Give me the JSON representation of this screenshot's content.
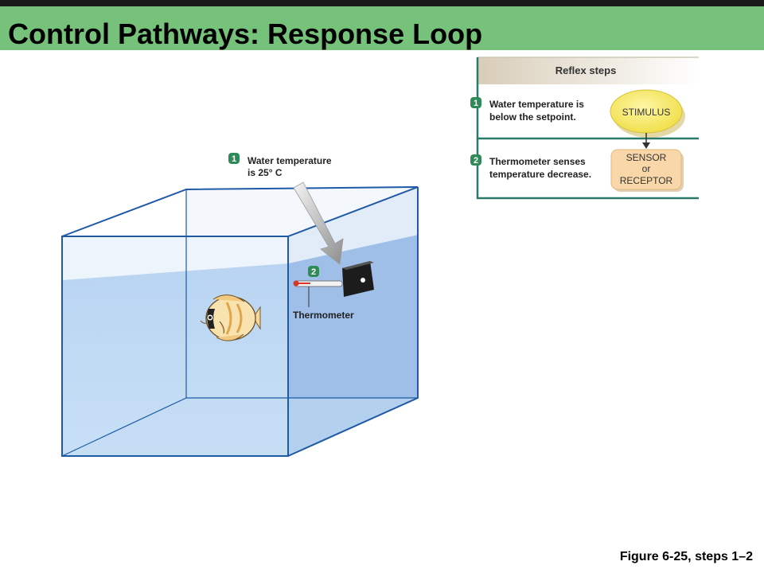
{
  "header": {
    "title": "Control Pathways: Response Loop"
  },
  "tank": {
    "step1_number": "1",
    "step1_line1": "Water temperature",
    "step1_line2": "is 25° C",
    "step2_number": "2",
    "thermometer_label": "Thermometer"
  },
  "reflex_panel": {
    "heading": "Reflex steps",
    "steps": [
      {
        "number": "1",
        "line1": "Water temperature is",
        "line2": "below the setpoint.",
        "node_label": "STIMULUS"
      },
      {
        "number": "2",
        "line1": "Thermometer senses",
        "line2": "temperature decrease.",
        "node_lines": [
          "SENSOR",
          "or",
          "RECEPTOR"
        ]
      }
    ]
  },
  "caption": "Figure 6-25, steps 1–2",
  "colors": {
    "title_bar": "#77c27b",
    "badge_green": "#2e8b57",
    "stimulus_fill": "#f7ec6e",
    "sensor_fill": "#f9d7a8",
    "water": "#a8c8ee"
  }
}
